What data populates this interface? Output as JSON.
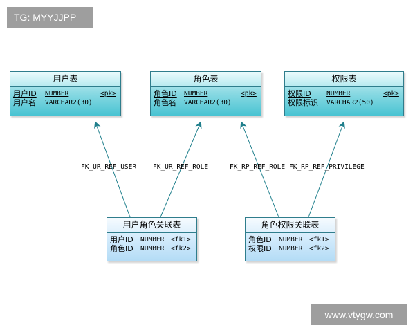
{
  "watermark_top": "TG: MYYJJPP",
  "watermark_bottom": "www.vtygw.com",
  "entities": {
    "user": {
      "title": "用户表",
      "rows": [
        {
          "name": "用户ID",
          "type": "NUMBER",
          "key": "<pk>"
        },
        {
          "name": "用户名",
          "type": "VARCHAR2(30)",
          "key": ""
        }
      ]
    },
    "role": {
      "title": "角色表",
      "rows": [
        {
          "name": "角色ID",
          "type": "NUMBER",
          "key": "<pk>"
        },
        {
          "name": "角色名",
          "type": "VARCHAR2(30)",
          "key": ""
        }
      ]
    },
    "privilege": {
      "title": "权限表",
      "rows": [
        {
          "name": "权限ID",
          "type": "NUMBER",
          "key": "<pk>"
        },
        {
          "name": "权限标识",
          "type": "VARCHAR2(50)",
          "key": ""
        }
      ]
    },
    "user_role": {
      "title": "用户角色关联表",
      "rows": [
        {
          "name": "用户ID",
          "type": "NUMBER",
          "key": "<fk1>"
        },
        {
          "name": "角色ID",
          "type": "NUMBER",
          "key": "<fk2>"
        }
      ]
    },
    "role_privilege": {
      "title": "角色权限关联表",
      "rows": [
        {
          "name": "角色ID",
          "type": "NUMBER",
          "key": "<fk1>"
        },
        {
          "name": "权限ID",
          "type": "NUMBER",
          "key": "<fk2>"
        }
      ]
    }
  },
  "relationships": {
    "fk_ur_user": "FK_UR_REF_USER",
    "fk_ur_role": "FK_UR_REF_ROLE",
    "fk_rp_role": "FK_RP_REF_ROLE",
    "fk_rp_privilege": "FK_RP_REF_PRIVILEGE"
  },
  "colors": {
    "connector": "#1f7f8c",
    "table_teal": "#49c3d2",
    "table_blue": "#b4dcf6",
    "badge_gray": "#9e9e9e"
  }
}
